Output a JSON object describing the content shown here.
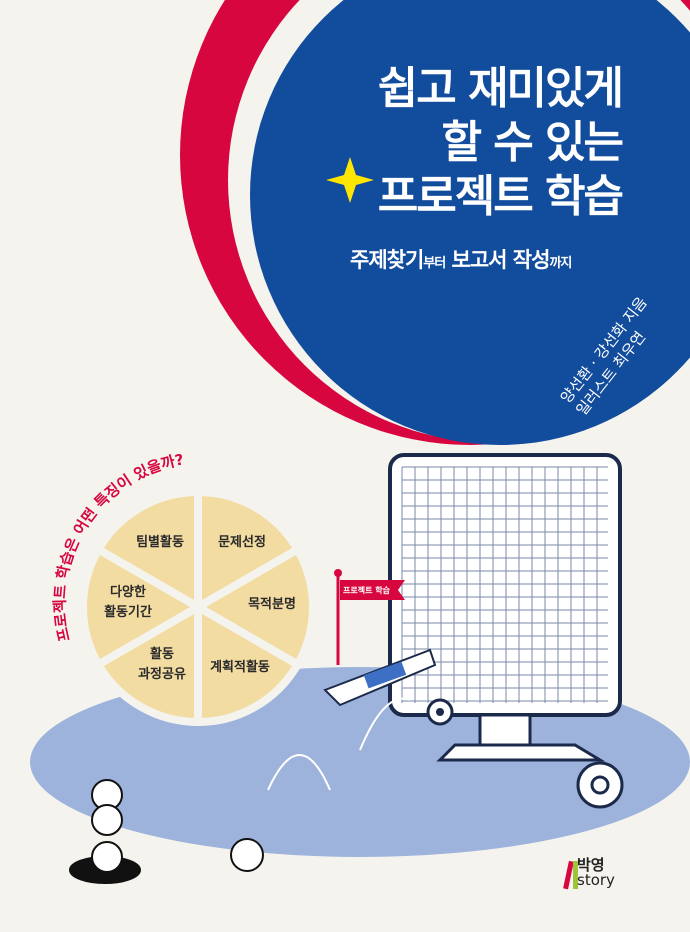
{
  "cover": {
    "title_lines": [
      "쉽고 재미있게",
      "할 수 있는",
      "프로젝트 학습"
    ],
    "subtitle": {
      "part1": "주제찾기",
      "part2": "부터",
      "part3": " 보고서 작성",
      "part4": "까지"
    },
    "authors": [
      "양선환 · 강선화 지음",
      "일러스트 최우연"
    ],
    "arc_question": "프로젝트 학습은 어떤 특징이 있을까?",
    "pie_items": [
      "팀별활동",
      "문제선정",
      "목적분명",
      "계획적활동",
      "활동\n과정공유",
      "다양한\n활동기간"
    ],
    "flag_label": "프로젝트 학습",
    "publisher": {
      "kr": "박영",
      "en": "story"
    }
  },
  "colors": {
    "blue": "#124c9c",
    "red": "#d7063f",
    "cream": "#f4f3ee",
    "pie": "#f3dca2",
    "ground": "#9db3dc"
  }
}
